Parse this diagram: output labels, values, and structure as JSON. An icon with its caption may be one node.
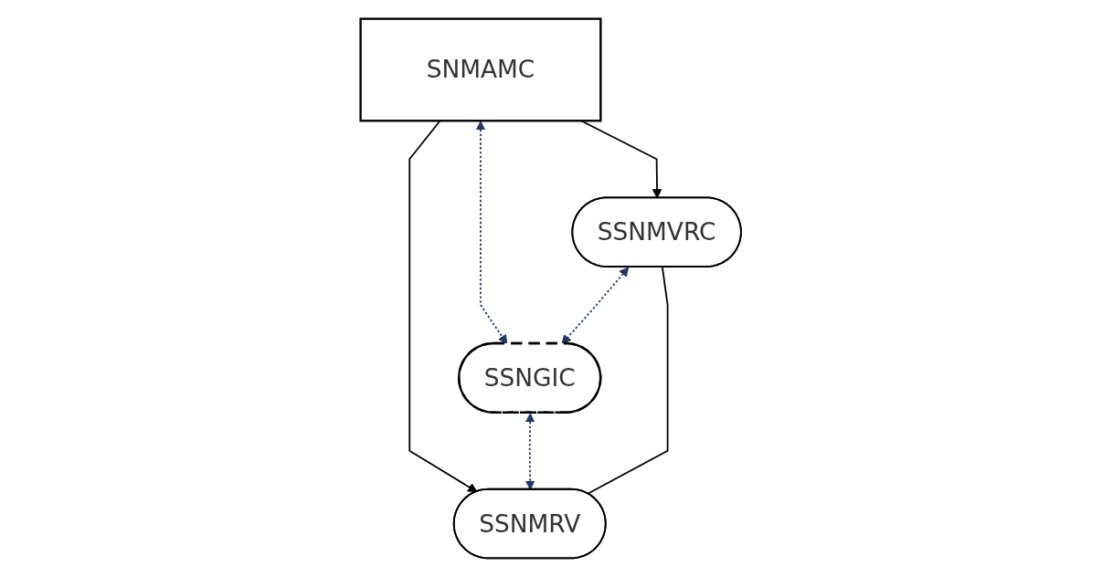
{
  "diagram": {
    "nodes": [
      {
        "text": [
          "SNMAMC"
        ]
      },
      {
        "text": [
          "SSNMVRC"
        ]
      },
      {
        "text": [
          "SSNGIC"
        ]
      },
      {
        "text": [
          "SSNMRV"
        ]
      }
    ],
    "edges": [
      {
        "from": 0,
        "to": 1,
        "arrow": "to"
      },
      {
        "from": 0,
        "to": 3,
        "arrow": "to"
      },
      {
        "from": 0,
        "to": 2,
        "arrow": "both",
        "style": "dashed",
        "color": "#1f3864"
      },
      {
        "from": 1,
        "to": 2,
        "arrow": "both",
        "style": "dashed",
        "color": "#1f3864"
      },
      {
        "from": 2,
        "to": 3,
        "arrow": "both",
        "style": "dashed",
        "color": "#1f3864"
      },
      {
        "from": 1,
        "to": 3,
        "arrow": "none"
      }
    ]
  }
}
